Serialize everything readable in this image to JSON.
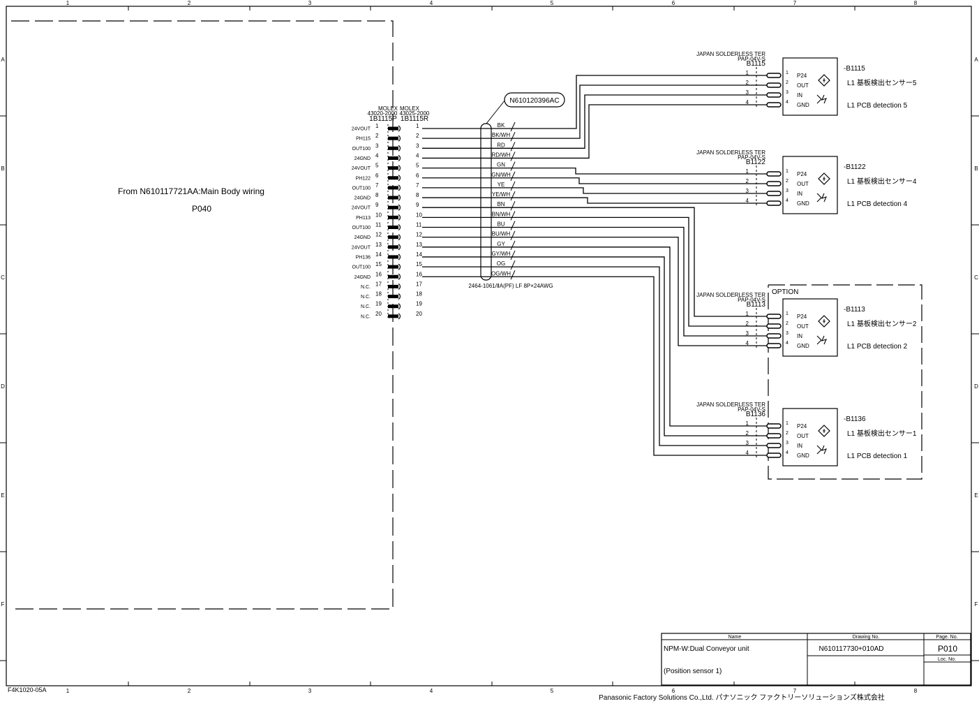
{
  "frame": {
    "col_labels": [
      "1",
      "2",
      "3",
      "4",
      "5",
      "6",
      "7",
      "8"
    ],
    "row_labels": [
      "A",
      "B",
      "C",
      "D",
      "E",
      "F"
    ],
    "form_code": "F4K1020-05A",
    "company_footer": "Panasonic Factory Solutions Co.,Ltd. パナソニック ファクトリーソリューションズ株式会社"
  },
  "source_box": {
    "from_text": "From  N610117721AA:Main Body wiring",
    "page_ref": "P040"
  },
  "connector": {
    "maker_left": "MOLEX",
    "maker_right": "MOLEX",
    "part_left": "43020-2000",
    "part_right": "43025-2000",
    "name_left": "1B1115P",
    "name_right": "1B1115R",
    "signals": [
      "24VOUT",
      "PH115",
      "OUT100",
      "24GND",
      "24VOUT",
      "PH122",
      "OUT100",
      "24GND",
      "24VOUT",
      "PH113",
      "OUT100",
      "24GND",
      "24VOUT",
      "PH136",
      "OUT100",
      "24GND",
      "N.C.",
      "N.C.",
      "N.C.",
      "N.C."
    ],
    "pins": [
      "1",
      "2",
      "3",
      "4",
      "5",
      "6",
      "7",
      "8",
      "9",
      "10",
      "11",
      "12",
      "13",
      "14",
      "15",
      "16",
      "17",
      "18",
      "19",
      "20"
    ]
  },
  "cable": {
    "part_no": "N610120396AC",
    "spec": "2464-1061/ⅡA(PF) LF 8P×24AWG",
    "wire_colors": [
      "BK",
      "BK/WH",
      "RD",
      "RD/WH",
      "GN",
      "GN/WH",
      "YE",
      "YE/WH",
      "BN",
      "BN/WH",
      "BU",
      "BU/WH",
      "GY",
      "GY/WH",
      "OG",
      "OG/WH"
    ]
  },
  "option_label": "OPTION",
  "sensors": [
    {
      "id": "-B1115",
      "connector": "B1115",
      "maker": "JAPAN SOLDERLESS TER",
      "part": "PAP-04V-S",
      "line_jp": "L1  基板検出センサー5",
      "line_en": "L1   PCB detection 5",
      "pins": [
        "1",
        "2",
        "3",
        "4"
      ],
      "pin_names": [
        "P24",
        "OUT",
        "IN",
        "GND"
      ]
    },
    {
      "id": "-B1122",
      "connector": "B1122",
      "maker": "JAPAN SOLDERLESS TER",
      "part": "PAP-04V-S",
      "line_jp": "L1 基板検出センサー4",
      "line_en": "L1 PCB detection 4",
      "pins": [
        "1",
        "2",
        "3",
        "4"
      ],
      "pin_names": [
        "P24",
        "OUT",
        "IN",
        "GND"
      ]
    },
    {
      "id": "-B1113",
      "connector": "B1113",
      "maker": "JAPAN SOLDERLESS TER",
      "part": "PAP-04V-S",
      "line_jp": "L1  基板検出センサー2",
      "line_en": "L1    PCB detection 2",
      "pins": [
        "1",
        "2",
        "3",
        "4"
      ],
      "pin_names": [
        "P24",
        "OUT",
        "IN",
        "GND"
      ]
    },
    {
      "id": "-B1136",
      "connector": "B1136",
      "maker": "JAPAN SOLDERLESS TER",
      "part": "PAP-04V-S",
      "line_jp": "L1 基板検出センサー1",
      "line_en": "L1 PCB detection 1",
      "pins": [
        "1",
        "2",
        "3",
        "4"
      ],
      "pin_names": [
        "P24",
        "OUT",
        "IN",
        "GND"
      ]
    }
  ],
  "title_block": {
    "name_header": "Name",
    "name_line1": "NPM-W:Dual Conveyor unit",
    "name_line2": "(Position sensor 1)",
    "drawing_header": "Drawing No.",
    "drawing_no": "N610117730+010AD",
    "page_header": "Page. No.",
    "page_no": "P010",
    "loc_header": "Loc. No."
  }
}
